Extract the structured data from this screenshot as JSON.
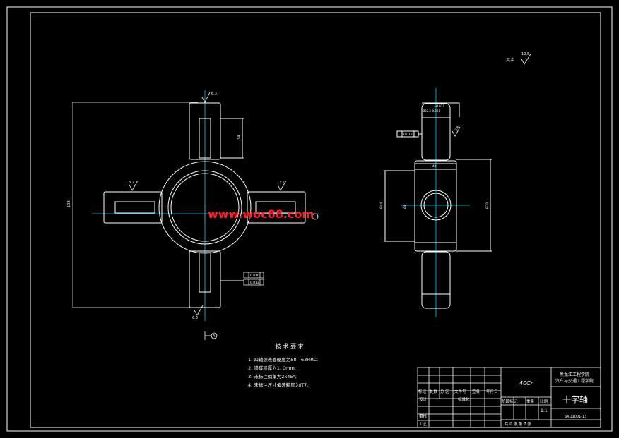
{
  "drawing": {
    "part_name": "十字轴",
    "material": "40Cr",
    "watermark": "www.woc88.com",
    "drawing_number": "SXQ1001-13",
    "scale": "1:1",
    "sheet_info": "共 0 张  第 7 张",
    "school_name": "黑龙江工程学院",
    "department": "汽车与交通工程学院",
    "surface_note": "其余",
    "surface_note_value": "12.5",
    "datum_label": "A"
  },
  "tech_requirements": {
    "title": "技 术 要 求",
    "items": [
      "1. 四轴颈表面硬度为58—63HRC;",
      "2. 渗碳层厚为1. 0mm;",
      "3. 未标注倒角为2x45°;",
      "4. 未标注尺寸偏差精度为IT7."
    ]
  },
  "title_block": {
    "header_row": [
      "标记",
      "处数",
      "分 区",
      "文件号",
      "签名",
      "年月日"
    ],
    "left_rows": [
      "设计",
      "审核",
      "工艺"
    ],
    "standardization": "标准化",
    "stage_labels": [
      "阶段标记",
      "重量",
      "比例"
    ]
  },
  "dimensions": {
    "roughness_top": "6.3",
    "roughness_left": "3.2",
    "roughness_right": "3.2",
    "roughness_bottom": "6.3",
    "roughness_side": "0.8",
    "overall_length": "108",
    "arm_length": "34",
    "tol_upper": "+0.027",
    "tol_dia": "Ø22.5-0.021",
    "gt_flatness": "0.012",
    "gt_symmetry_1": "0.010",
    "gt_symmetry_2": "0.012",
    "hub_width": "48",
    "hub_height": "Ø44",
    "side_overall": "Ø70",
    "side_small": "Ø8"
  }
}
